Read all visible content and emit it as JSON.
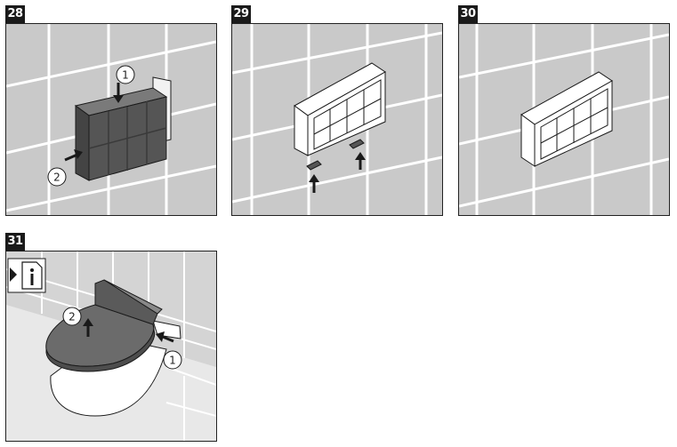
{
  "panels": [
    {
      "step": "28",
      "callouts": [
        "1",
        "2"
      ]
    },
    {
      "step": "29",
      "callouts": []
    },
    {
      "step": "30",
      "callouts": []
    },
    {
      "step": "31",
      "callouts": [
        "2",
        "1"
      ]
    }
  ],
  "colors": {
    "wall": "#c9c9c9",
    "grout": "#ffffff",
    "dark_part": "#555555",
    "outline": "#1a1a1a",
    "seat": "#6b6b6b"
  },
  "icons": [
    "arrow-icon",
    "info-document-icon",
    "mounting-clip-icon"
  ]
}
